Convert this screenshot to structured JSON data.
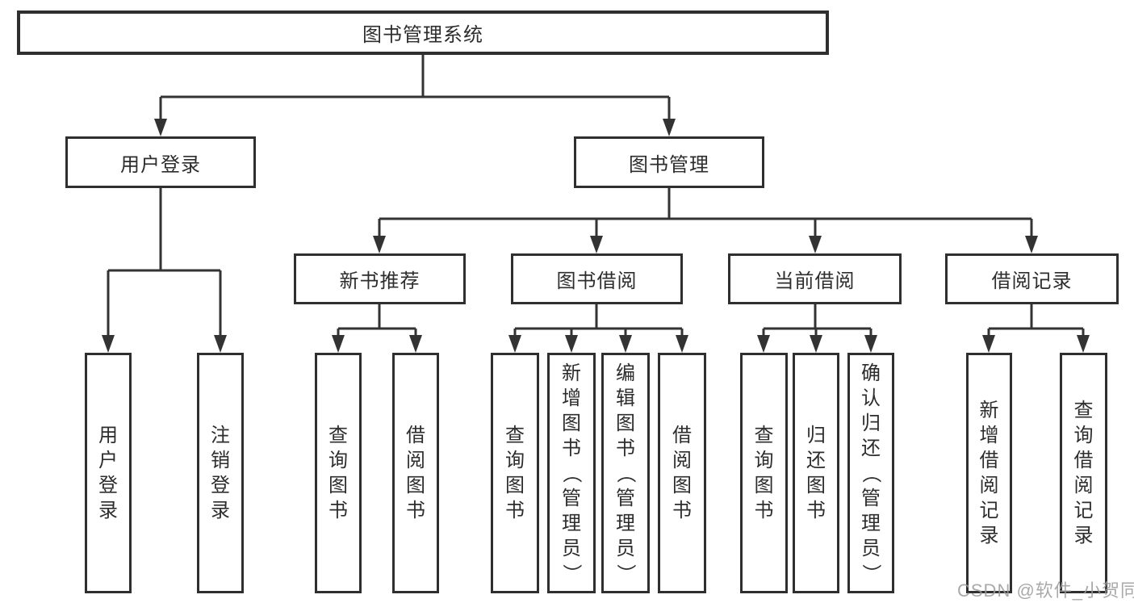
{
  "tree": {
    "root": "图书管理系统",
    "branches": [
      {
        "label": "用户登录",
        "children": [
          "用户登录",
          "注销登录"
        ]
      },
      {
        "label": "图书管理",
        "sections": [
          {
            "label": "新书推荐",
            "children": [
              "查询图书",
              "借阅图书"
            ]
          },
          {
            "label": "图书借阅",
            "children": [
              "查询图书",
              "新增图书（管理员）",
              "编辑图书（管理员）",
              "借阅图书"
            ]
          },
          {
            "label": "当前借阅",
            "children": [
              "查询图书",
              "归还图书",
              "确认归还（管理员）"
            ]
          },
          {
            "label": "借阅记录",
            "children": [
              "新增借阅记录",
              "查询借阅记录"
            ]
          }
        ]
      }
    ]
  },
  "watermark": "CSDN @软件_小贺同学",
  "colors": {
    "line": "#333333",
    "border": "#2f2f2f",
    "text": "#2d2d2d",
    "background": "#ffffff",
    "watermark": "#9b9b9b"
  }
}
